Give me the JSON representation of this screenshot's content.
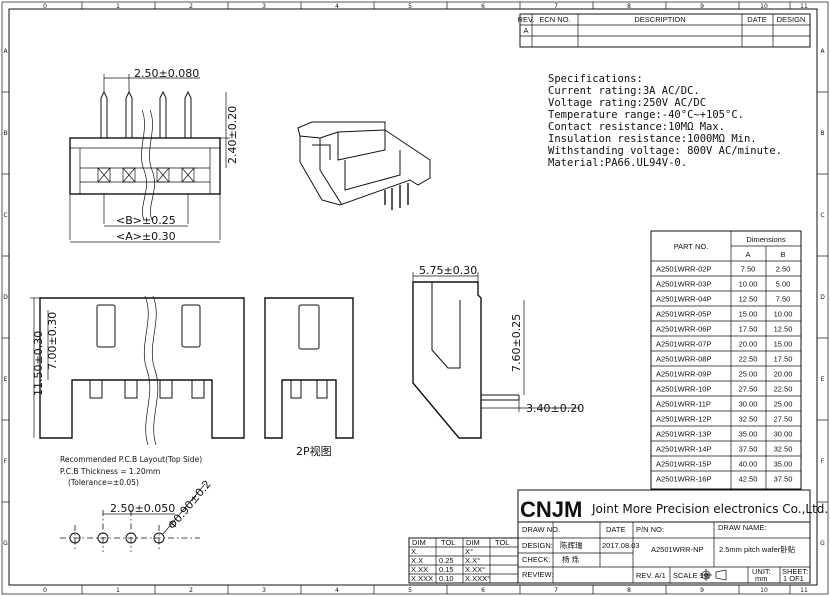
{
  "frame": {
    "top_cols": [
      "0",
      "1",
      "2",
      "3",
      "4",
      "5",
      "6",
      "7",
      "8",
      "9",
      "10",
      "11"
    ],
    "bottom_cols": [
      "0",
      "1",
      "2",
      "3",
      "4",
      "5",
      "6",
      "7",
      "8",
      "9",
      "10",
      "11"
    ],
    "side_rows": [
      "A",
      "B",
      "C",
      "D",
      "E",
      "F",
      "G"
    ]
  },
  "revision": {
    "headers": [
      "REV.",
      "ECN NO.",
      "DESCRIPTION",
      "DATE",
      "DESIGN"
    ],
    "row_label": "A"
  },
  "specs": {
    "title": "Specifications:",
    "lines": [
      "Current rating:3A AC/DC.",
      "Voltage rating:250V AC/DC",
      "Temperature range:-40°C~+105°C.",
      "Contact resistance:10MΩ Max.",
      "Insulation resistance:1000MΩ Min.",
      "Withstanding voltage: 800V AC/minute.",
      "Material:PA66.UL94V-0."
    ]
  },
  "dims": {
    "pitch": "2.50±0.080",
    "pin_height": "2.40±0.20",
    "b_dim": "<B>±0.25",
    "a_dim": "<A>±0.30",
    "side_width": "5.75±0.30",
    "side_height": "7.60±0.25",
    "tail": "3.40±0.20",
    "overall_height": "11.50±0.30",
    "body_height": "7.00±0.30",
    "pcb_pitch": "2.50±0.050",
    "hole": "Φ0.90±0.2",
    "view_label": "2P视图"
  },
  "pcb_note": {
    "lines": [
      "Recommended P.C.B Layout(Top Side)",
      "P.C.B Thickness = 1.20mm",
      "(Tolerance=±0.05)"
    ]
  },
  "part_table": {
    "header_part": "PART NO.",
    "header_dims": "Dimensions",
    "col_a": "A",
    "col_b": "B",
    "rows": [
      [
        "A2501WRR-02P",
        "7.50",
        "2.50"
      ],
      [
        "A2501WRR-03P",
        "10.00",
        "5.00"
      ],
      [
        "A2501WRR-04P",
        "12.50",
        "7.50"
      ],
      [
        "A2501WRR-05P",
        "15.00",
        "10.00"
      ],
      [
        "A2501WRR-06P",
        "17.50",
        "12.50"
      ],
      [
        "A2501WRR-07P",
        "20.00",
        "15.00"
      ],
      [
        "A2501WRR-08P",
        "22.50",
        "17.50"
      ],
      [
        "A2501WRR-09P",
        "25.00",
        "20.00"
      ],
      [
        "A2501WRR-10P",
        "27.50",
        "22.50"
      ],
      [
        "A2501WRR-11P",
        "30.00",
        "25.00"
      ],
      [
        "A2501WRR-12P",
        "32.50",
        "27.50"
      ],
      [
        "A2501WRR-13P",
        "35.00",
        "30.00"
      ],
      [
        "A2501WRR-14P",
        "37.50",
        "32.50"
      ],
      [
        "A2501WRR-15P",
        "40.00",
        "35.00"
      ],
      [
        "A2501WRR-16P",
        "42.50",
        "37.50"
      ]
    ]
  },
  "tolerance": {
    "h1": "DIM",
    "h2": "TOL",
    "rows": [
      [
        "X.",
        "",
        "X°",
        ""
      ],
      [
        "X.X",
        "0.25",
        "X.X°",
        ""
      ],
      [
        "X.XX",
        "0.15",
        "X.XX°",
        ""
      ],
      [
        "X.XXX",
        "0.10",
        "X.XXX°",
        ""
      ]
    ]
  },
  "title_block": {
    "logo": "CNJM",
    "company": "Joint More Precision electronics Co.,Ltd.",
    "draw_no": "DRAW NO.",
    "date_label": "DATE",
    "pn_label": "P/N NO:",
    "draw_name_label": "DRAW NAME:",
    "design_label": "DESIGN:",
    "designer": "陈辉瑞",
    "date": "2017.08.03",
    "pn": "A2501WRR-NP",
    "draw_name": "2.5mm pitch wafer卧贴",
    "check_label": "CHECK:",
    "checker": "杨 烁",
    "review_label": "REVIEW:",
    "rev": "REV. A/1",
    "scale": "SCALE 1:1",
    "unit_label": "UNIT:",
    "unit": "mm",
    "sheet_label": "SHEET:",
    "sheet": "1 OF1"
  }
}
